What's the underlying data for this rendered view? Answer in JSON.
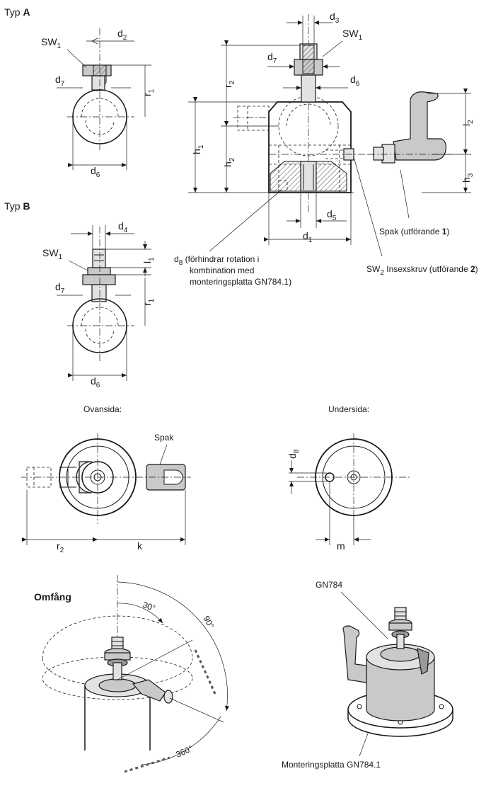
{
  "type_labels": {
    "typ_a_prefix": "Typ",
    "typ_a_letter": "A",
    "typ_b_prefix": "Typ",
    "typ_b_letter": "B"
  },
  "dims": {
    "d": "d",
    "sw": "SW",
    "r": "r",
    "h": "h",
    "l": "l",
    "k": "k",
    "m": "m",
    "sub1": "1",
    "sub2": "2",
    "sub3": "3",
    "sub4": "4",
    "sub5": "5",
    "sub6": "6",
    "sub7": "7",
    "sub8": "8"
  },
  "annotations": {
    "spak_text": "Spak (utförande ",
    "spak_num": "1",
    "spak_close": ")",
    "sw2_text": " Insexskruv (utförande ",
    "sw2_num": "2",
    "sw2_close": ")",
    "d8_line1": " (förhindrar rotation i",
    "d8_line2": "kombination med",
    "d8_line3": "monteringsplatta GN784.1)"
  },
  "views": {
    "ovansida": "Ovansida:",
    "undersida": "Undersida:",
    "spak": "Spak"
  },
  "range": {
    "title": "Omfång",
    "angle_30": "30°",
    "angle_90": "90°",
    "angle_360": "360°"
  },
  "assembly": {
    "gn784": "GN784",
    "plate": "Monteringsplatta GN784.1"
  }
}
